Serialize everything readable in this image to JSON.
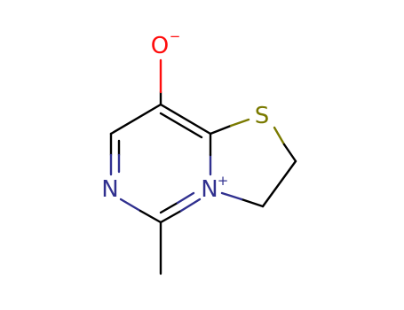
{
  "molecule": {
    "atoms": {
      "oxygen": {
        "symbol": "O",
        "charge": "−"
      },
      "sulfur": {
        "symbol": "S"
      },
      "nitrogen_ring": {
        "symbol": "N"
      },
      "nitrogen_cation": {
        "symbol": "N",
        "charge": "+"
      }
    },
    "colors": {
      "carbon_bond": "#000000",
      "oxygen": "#ff0d0d",
      "sulfur": "#7a7a00",
      "nitrogen": "#30308f"
    }
  }
}
